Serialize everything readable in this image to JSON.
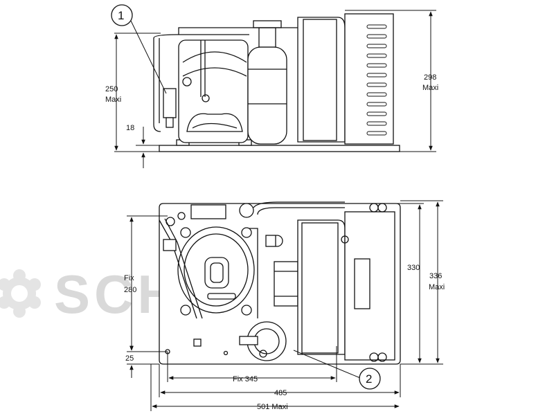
{
  "watermark": {
    "brand": "SCHIESSL"
  },
  "callouts": {
    "one": "1",
    "two": "2"
  },
  "side_view": {
    "height_max_value": "250",
    "height_max_unit": "Maxi",
    "foot_height": "18",
    "overall_height_value": "298",
    "overall_height_unit": "Maxi"
  },
  "top_view": {
    "fix_depth_label": "Fix",
    "fix_depth_value": "280",
    "offset_25": "25",
    "depth_330": "330",
    "depth_336_value": "336",
    "depth_336_unit": "Maxi",
    "fix_width": "Fix 345",
    "width_485": "485",
    "width_501": "501 Maxi"
  }
}
